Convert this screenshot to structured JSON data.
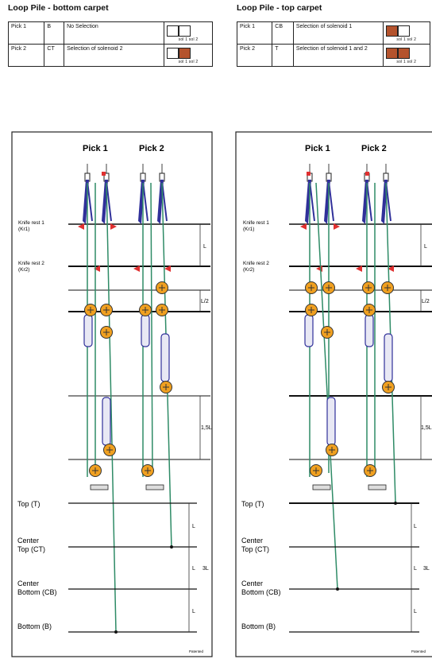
{
  "bottom": {
    "title": "Loop Pile - bottom carpet",
    "rows": [
      {
        "pick": "Pick 1",
        "code": "B",
        "desc": "No Selection",
        "sol1": false,
        "sol2": false
      },
      {
        "pick": "Pick 2",
        "code": "CT",
        "desc": "Selection of solenoid 2",
        "sol1": false,
        "sol2": true
      }
    ]
  },
  "top": {
    "title": "Loop Pile - top carpet",
    "rows": [
      {
        "pick": "Pick 1",
        "code": "CB",
        "desc": "Selection of solenoid 1",
        "sol1": true,
        "sol2": false
      },
      {
        "pick": "Pick 2",
        "code": "T",
        "desc": "Selection of solenoid 1 and 2",
        "sol1": true,
        "sol2": true
      }
    ]
  },
  "sol_caption": "sol 1 sol 2",
  "diagram": {
    "pick1": "Pick 1",
    "pick2": "Pick 2",
    "knife1": "Knife rest 1",
    "knife1_abbr": "(Kr1)",
    "knife2": "Knife rest 2",
    "knife2_abbr": "(Kr2)",
    "dim_l": "L",
    "dim_l2": "L/2",
    "dim_15l": "1,5L",
    "dim_3l": "3L",
    "top": "Top (T)",
    "center_top": "Center",
    "center_top_b": "Top (CT)",
    "center_bottom": "Center",
    "center_bottom_b": "Bottom (CB)",
    "bottom": "Bottom (B)",
    "patented": "Patented"
  },
  "colors": {
    "solenoid_on": "#b4532d",
    "thread": "#2e8b66",
    "hook": "#30309a",
    "knife": "#e03030",
    "roller": "#f0a020"
  }
}
